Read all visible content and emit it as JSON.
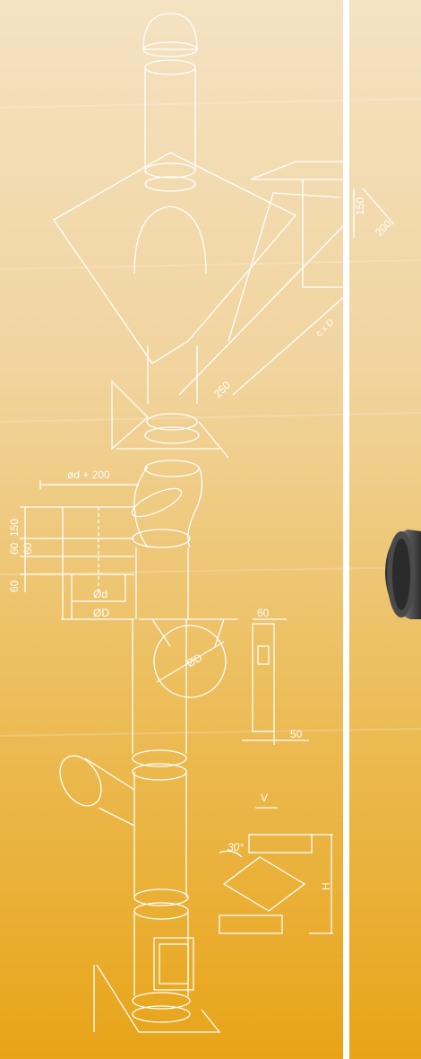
{
  "labels": {
    "od_plus_200": "ød + 200",
    "dim_150_left": "150",
    "dim_60_a": "60",
    "dim_60_b": "60",
    "dim_60_c": "60",
    "od_small": "Ød",
    "od_big": "ØD",
    "od_circle": "ØD",
    "dim_60_right": "60",
    "dim_50": "50",
    "dim_250": "250",
    "dim_150_top": "150",
    "dim_200_top": "200",
    "c_x": "c x D",
    "v": "V",
    "h": "H",
    "angle_30": "30°"
  },
  "colors": {
    "background_top": "#f2dcb5",
    "background_bottom": "#e9a51d",
    "lines": "#ffffff",
    "divider": "#ffffff",
    "pipe_dark": "#3b3b3b"
  },
  "icons": {
    "pipe_stub": "dark-metal-pipe-end"
  }
}
